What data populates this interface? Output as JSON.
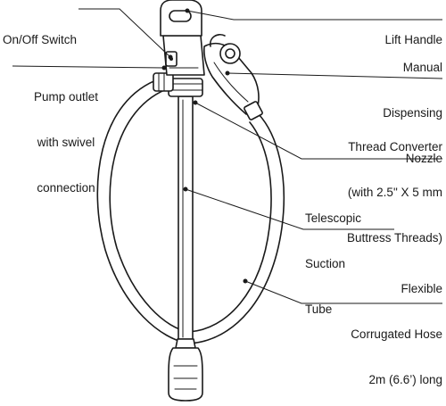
{
  "labels": {
    "on_off_switch": [
      "On/Off Switch"
    ],
    "lift_handle": [
      "Lift Handle"
    ],
    "nozzle": [
      "Manual",
      "Dispensing",
      "Nozzle"
    ],
    "pump_outlet": [
      "Pump outlet",
      "with swivel",
      "connection"
    ],
    "thread_converter": [
      "Thread Converter",
      "(with 2.5\" X 5 mm",
      "Buttress Threads)"
    ],
    "suction_tube": [
      "Telescopic",
      "Suction",
      "Tube"
    ],
    "hose": [
      "Flexible",
      "Corrugated Hose",
      "2m (6.6’) long"
    ]
  }
}
